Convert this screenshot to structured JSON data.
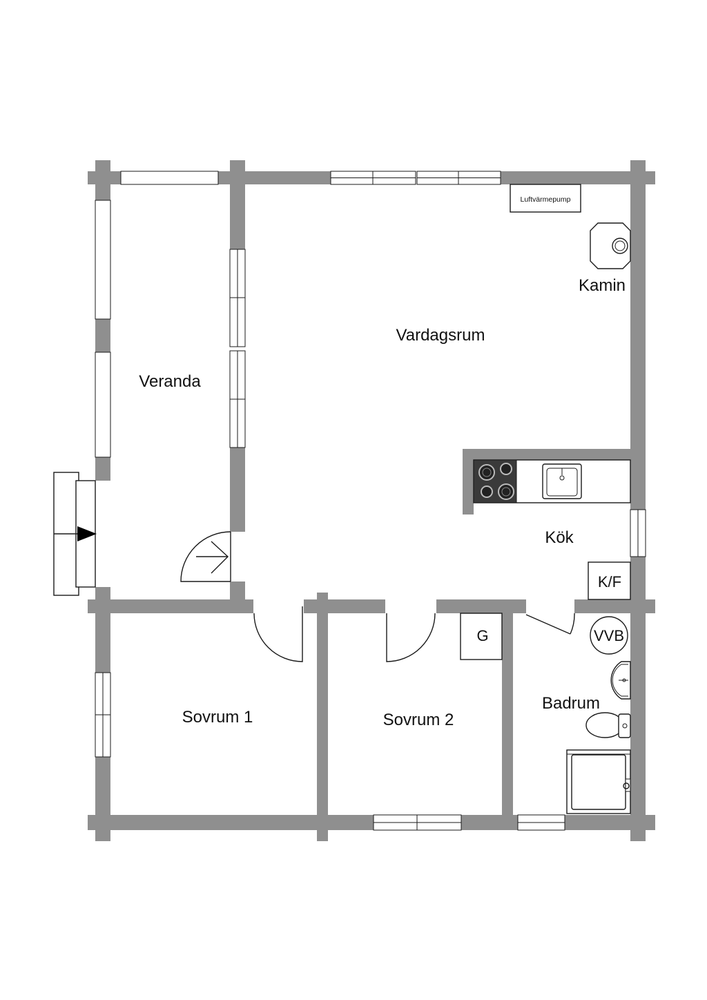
{
  "rooms": {
    "vardagsrum": "Vardagsrum",
    "veranda": "Veranda",
    "kok": "Kök",
    "sovrum1": "Sovrum 1",
    "sovrum2": "Sovrum 2",
    "badrum": "Badrum"
  },
  "fixtures": {
    "luftvarmepump": "Luftvärmepump",
    "kamin": "Kamin",
    "kyl_frys": "K/F",
    "garderob": "G",
    "varmvattenberedare": "VVB"
  },
  "colors": {
    "wall": "#8f8f8f",
    "line": "#1a1a1a",
    "background": "#ffffff"
  },
  "icons": [
    "entrance-arrow-icon",
    "stove-icon",
    "sink-icon",
    "toilet-icon",
    "washbasin-icon",
    "shower-icon"
  ]
}
